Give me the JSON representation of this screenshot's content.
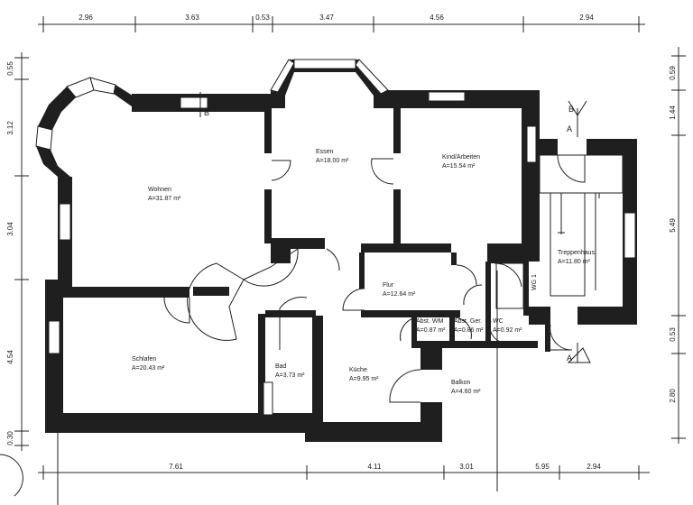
{
  "rooms": [
    {
      "id": "wohnen",
      "name": "Wohnen",
      "area": "A=31.87 m²"
    },
    {
      "id": "essen",
      "name": "Essen",
      "area": "A=18.00 m²"
    },
    {
      "id": "kind",
      "name": "Kind/Arbeiten",
      "area": "A=15.54 m²"
    },
    {
      "id": "treppenhaus",
      "name": "Treppenhaus",
      "area": "A=11.80 m²"
    },
    {
      "id": "flur",
      "name": "Flur",
      "area": "A=12.64 m²"
    },
    {
      "id": "abstwm",
      "name": "Abst. WM",
      "area": "A=0.87 m²"
    },
    {
      "id": "abstger",
      "name": "Abst. Ger.",
      "area": "A=0.86 m²"
    },
    {
      "id": "wc",
      "name": "WC",
      "area": "A=0.92 m²"
    },
    {
      "id": "schlafen",
      "name": "Schlafen",
      "area": "A=20.43 m²"
    },
    {
      "id": "bad",
      "name": "Bad",
      "area": "A=3.73 m²"
    },
    {
      "id": "kueche",
      "name": "Küche",
      "area": "A=9.95 m²"
    },
    {
      "id": "balkon",
      "name": "Balkon",
      "area": "A=4.60 m²"
    }
  ],
  "wg_label": "WG 1",
  "section_marks": {
    "a": "A",
    "b": "B"
  },
  "dims": {
    "top": [
      "2.96",
      "3.63",
      "0.53",
      "3.47",
      "4.56",
      "2.94"
    ],
    "bottom": [
      "7.61",
      "4.11",
      "3.01",
      "5.95",
      "2.94"
    ],
    "left": [
      "0.55",
      "3.12",
      "3.04",
      "4.54",
      "0.30"
    ],
    "right": [
      "0.59",
      "1.44",
      "5.49",
      "0.53",
      "2.80"
    ]
  }
}
